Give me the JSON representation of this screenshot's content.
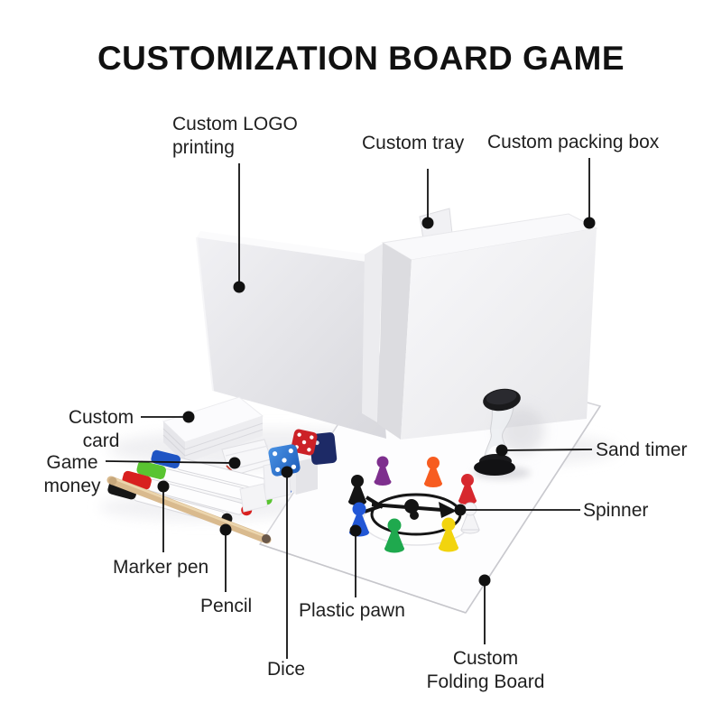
{
  "title": "CUSTOMIZATION BOARD GAME",
  "labels": {
    "logo_printing": "Custom LOGO\nprinting",
    "tray": "Custom tray",
    "packing_box": "Custom packing box",
    "card": "Custom\ncard",
    "money": "Game\nmoney",
    "marker_pen": "Marker pen",
    "pencil": "Pencil",
    "dice": "Dice",
    "plastic_pawn": "Plastic pawn",
    "sand_timer": "Sand timer",
    "spinner": "Spinner",
    "folding_board": "Custom\nFolding Board"
  },
  "colors": {
    "leader_line": "#111111",
    "pawn_purple": "#7e2f8e",
    "pawn_orange": "#f75c20",
    "pawn_red": "#d7282e",
    "pawn_black": "#141414",
    "pawn_blue": "#2257d6",
    "pawn_green": "#1fa94e",
    "pawn_yellow": "#f2d40e",
    "pawn_white": "#f4f4f6",
    "marker_blue": "#1f55c4",
    "marker_green": "#59c431",
    "marker_red": "#d8201f",
    "marker_black": "#161616",
    "dice_red": "#cc2127",
    "dice_navy": "#1d2a66",
    "pencil_wood": "#d9ba8e",
    "timer_cap": "#1a1a1c",
    "spinner_arrow": "#141414"
  }
}
